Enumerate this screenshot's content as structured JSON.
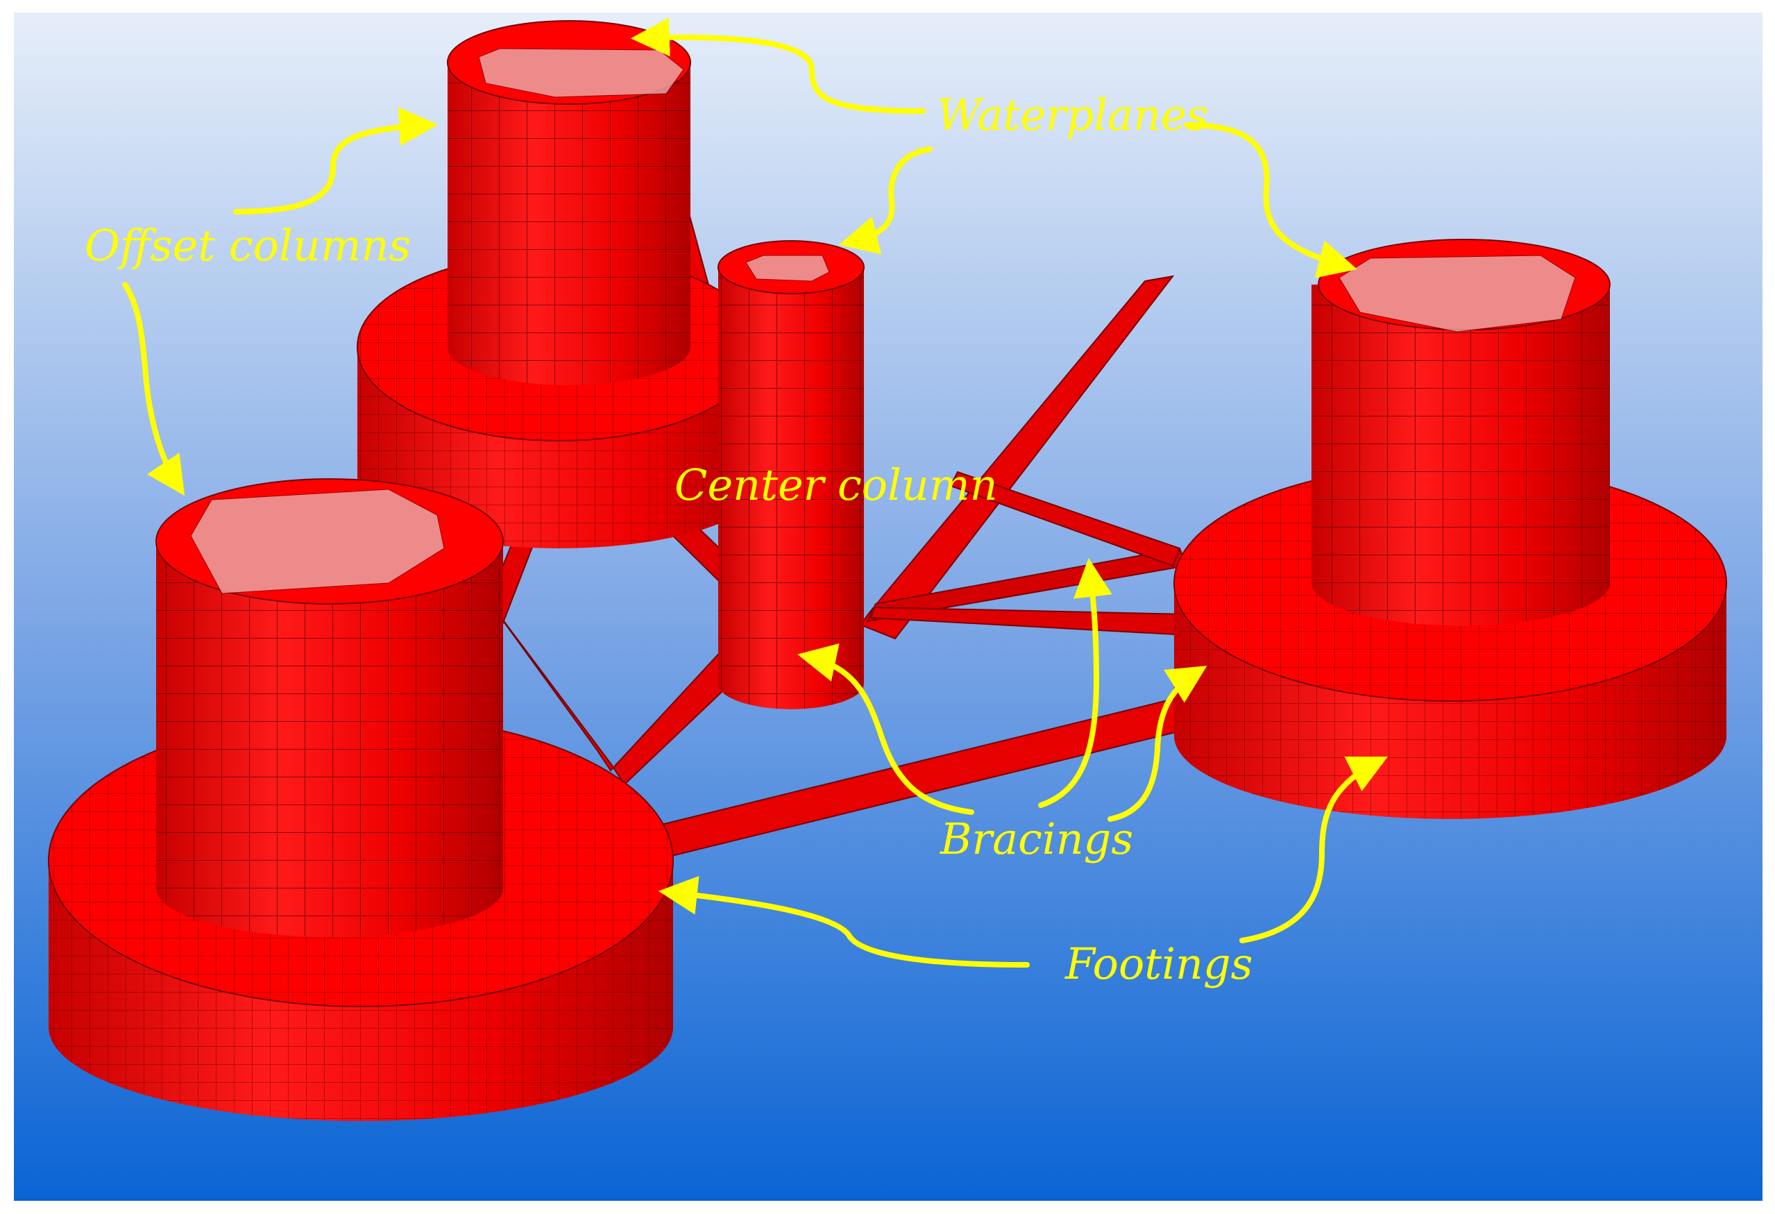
{
  "labels": {
    "waterplanes": "Waterplanes",
    "offset_columns": "Offset columns",
    "center_column": "Center column",
    "bracings": "Bracings",
    "footings": "Footings"
  },
  "colors": {
    "structure": "#ff0000",
    "structure_dark": "#c80000",
    "mesh": "#5a0000",
    "waterplane": "#e8b8b8",
    "annotation": "#ffff00",
    "background_top": "#e6eef9",
    "background_bottom": "#0a64d4"
  }
}
